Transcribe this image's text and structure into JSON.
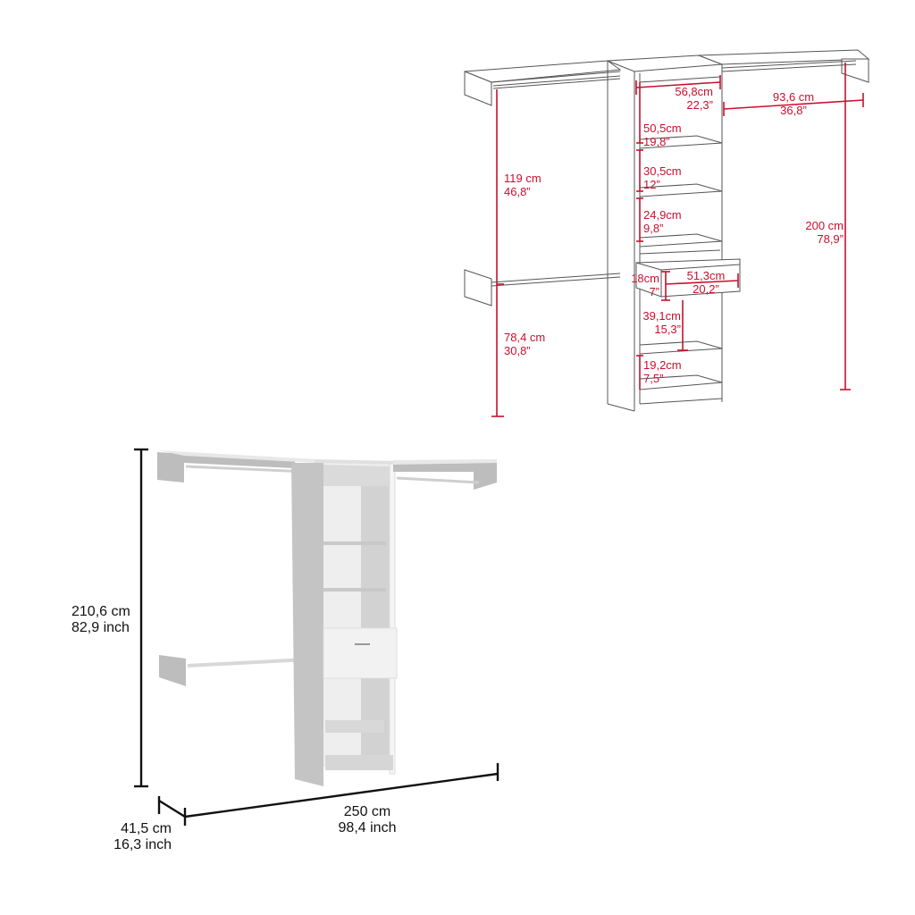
{
  "colors": {
    "dimension_red": "#c8102e",
    "dimension_black": "#111111",
    "furniture_gray": "#c9c9c9",
    "furniture_light": "#eeeeee",
    "line_art": "#555555"
  },
  "technical_drawing": {
    "top_shelf_depth": {
      "cm": "56,8cm",
      "in": "22,3”"
    },
    "right_rod_width": {
      "cm": "93,6 cm",
      "in": "36,8”"
    },
    "left_upper_hanging_height": {
      "cm": "119 cm",
      "in": "46,8”"
    },
    "left_lower_hanging_height": {
      "cm": "78,4 cm",
      "in": "30,8”"
    },
    "right_hanging_height": {
      "cm": "200 cm",
      "in": "78,9”"
    },
    "tower_compartments": [
      {
        "cm": "50,5cm",
        "in": "19,8”"
      },
      {
        "cm": "30,5cm",
        "in": "12”"
      },
      {
        "cm": "24,9cm",
        "in": "9,8”"
      },
      {
        "cm": "39,1cm",
        "in": "15,3”"
      },
      {
        "cm": "19,2cm",
        "in": "7,5”"
      }
    ],
    "drawer_height": {
      "cm": "18cm",
      "in": "7”"
    },
    "drawer_width": {
      "cm": "51,3cm",
      "in": "20,2”"
    }
  },
  "render_view": {
    "overall_height": {
      "cm": "210,6 cm",
      "in": "82,9 inch"
    },
    "overall_width": {
      "cm": "250 cm",
      "in": "98,4 inch"
    },
    "overall_depth": {
      "cm": "41,5 cm",
      "in": "16,3 inch"
    }
  }
}
